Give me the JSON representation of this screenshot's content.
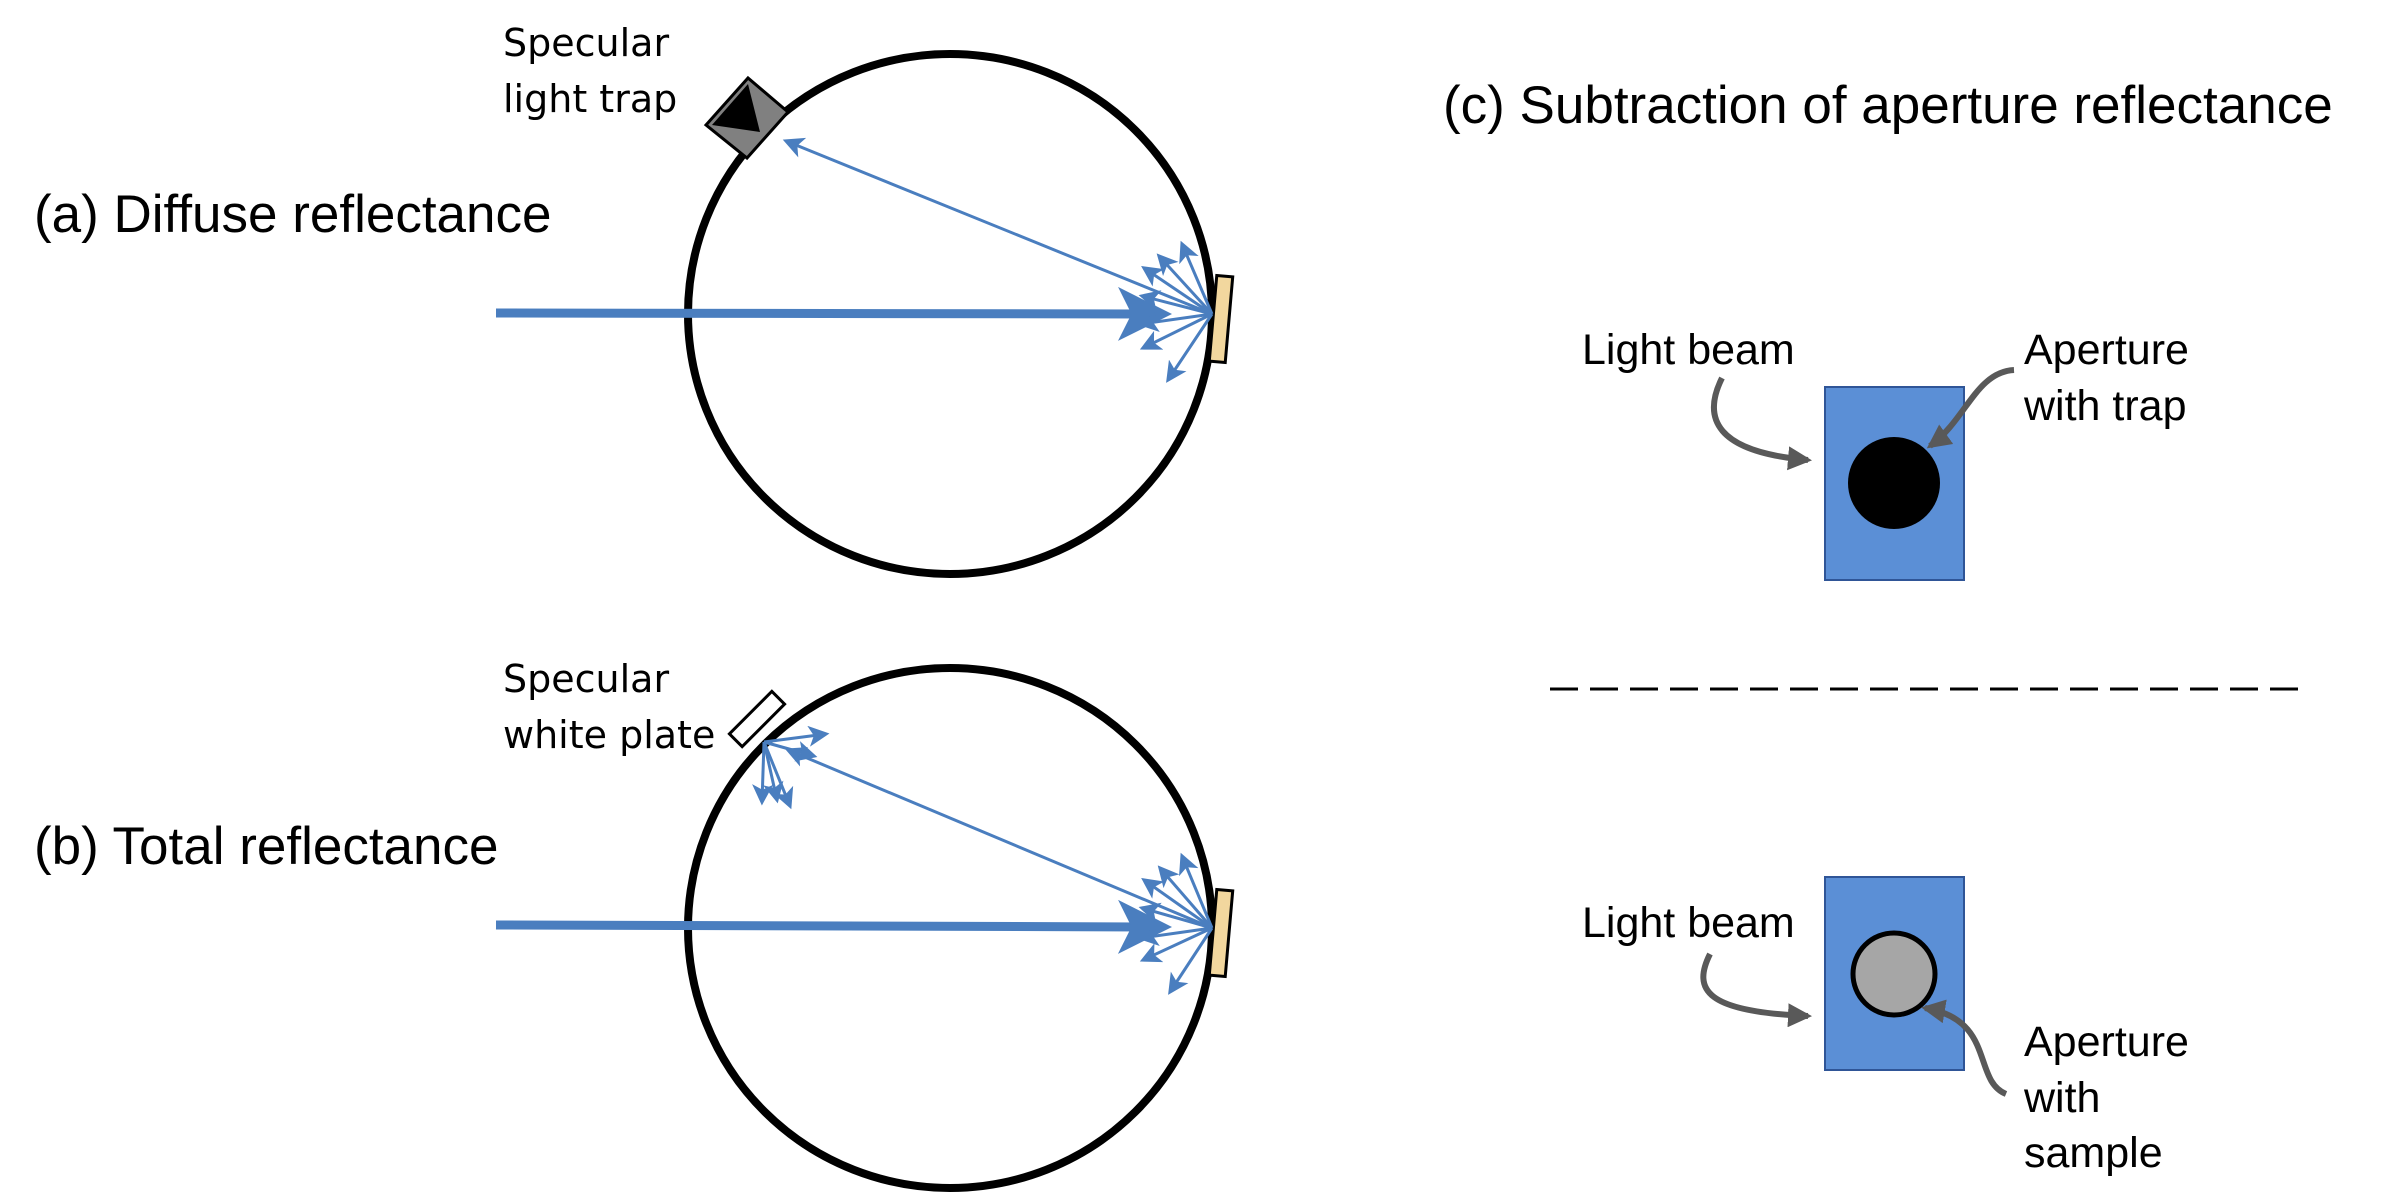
{
  "panel_a": {
    "title": "(a) Diffuse reflectance",
    "trap_label": [
      "Specular",
      "light trap"
    ]
  },
  "panel_b": {
    "title": "(b) Total reflectance",
    "plate_label": [
      "Specular",
      "white plate"
    ]
  },
  "panel_c": {
    "title": "(c) Subtraction of aperture reflectance",
    "top": {
      "beam_label": "Light beam",
      "aperture_label": [
        "Aperture",
        "with trap"
      ]
    },
    "bottom": {
      "beam_label": "Light beam",
      "aperture_label": [
        "Aperture",
        "with",
        "sample"
      ]
    }
  },
  "colors": {
    "beam": "#4a7ebf",
    "sphere": "#000000",
    "sample": "#f2d79e",
    "port": "#5b8fd6",
    "trap_dark": "#000000",
    "sample_disc": "#a6a6a6",
    "callout": "#595959",
    "trap_gray": "#808080"
  }
}
